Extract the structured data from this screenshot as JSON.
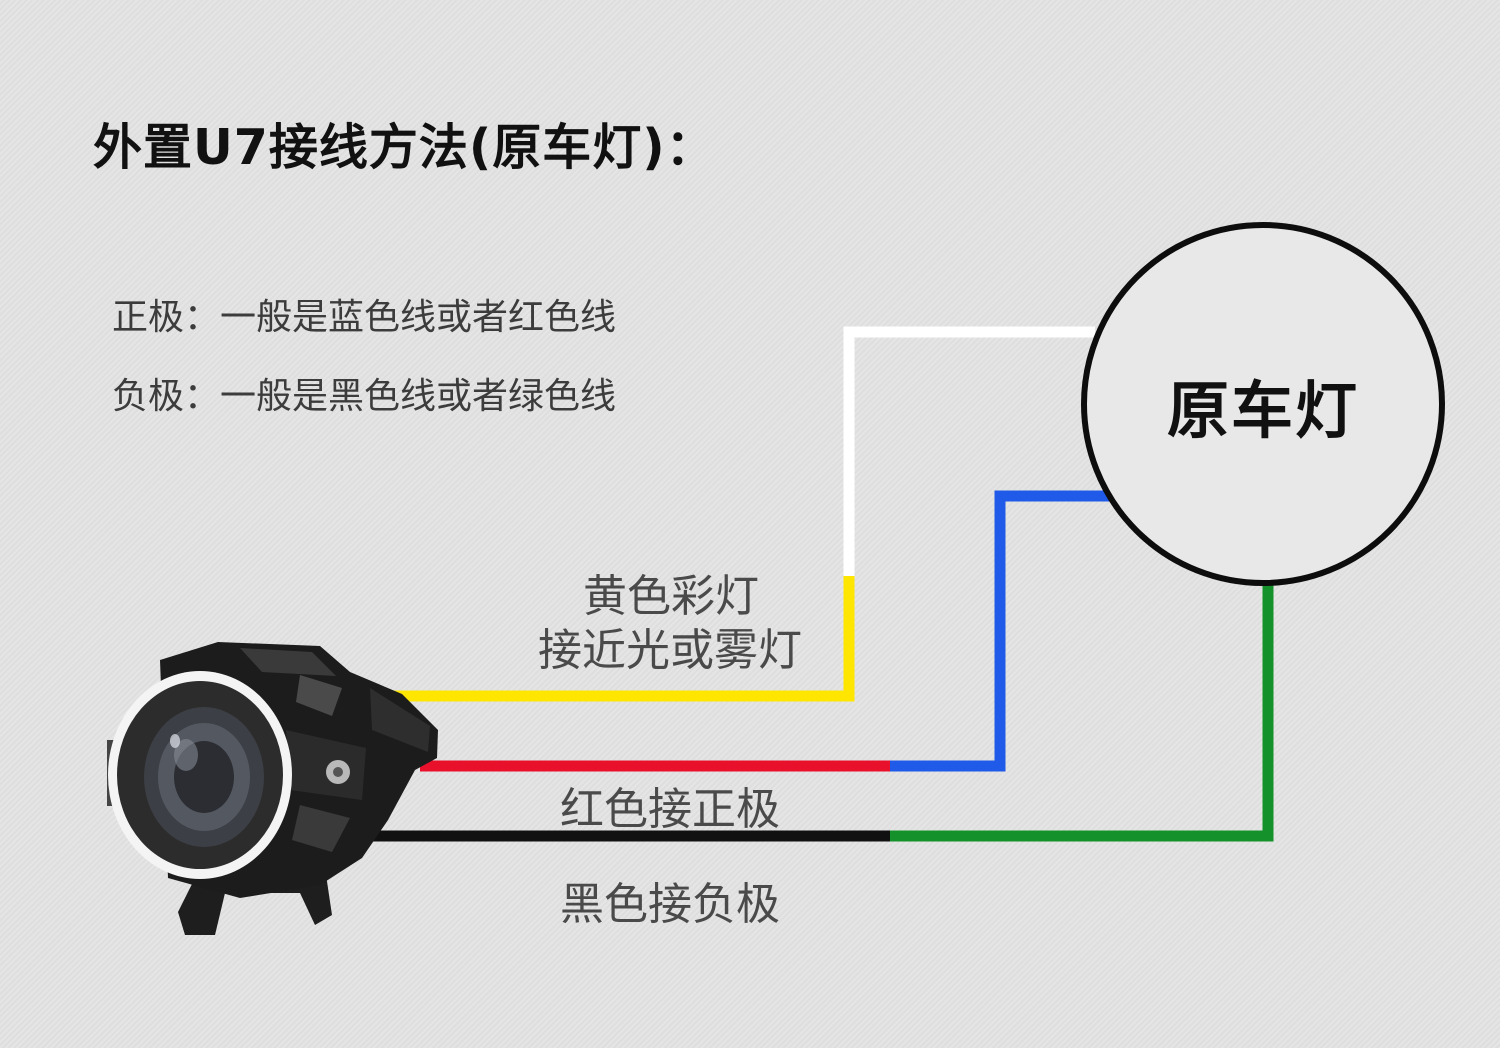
{
  "title": "外置U7接线方法(原车灯)：",
  "notes": {
    "positive": "正极：一般是蓝色线或者红色线",
    "negative": "负极：一般是黑色线或者绿色线"
  },
  "lamp": {
    "label": "原车灯"
  },
  "wire_labels": {
    "yellow_line1": "黄色彩灯",
    "yellow_line2": "接近光或雾灯",
    "red": "红色接正极",
    "black": "黑色接负极"
  },
  "colors": {
    "yellow": "#ffe600",
    "white": "#ffffff",
    "red": "#e8102a",
    "blue": "#1f5be8",
    "black": "#111111",
    "green": "#14912b"
  },
  "icons": {
    "headlight": "u7-led-spotlight-icon"
  }
}
